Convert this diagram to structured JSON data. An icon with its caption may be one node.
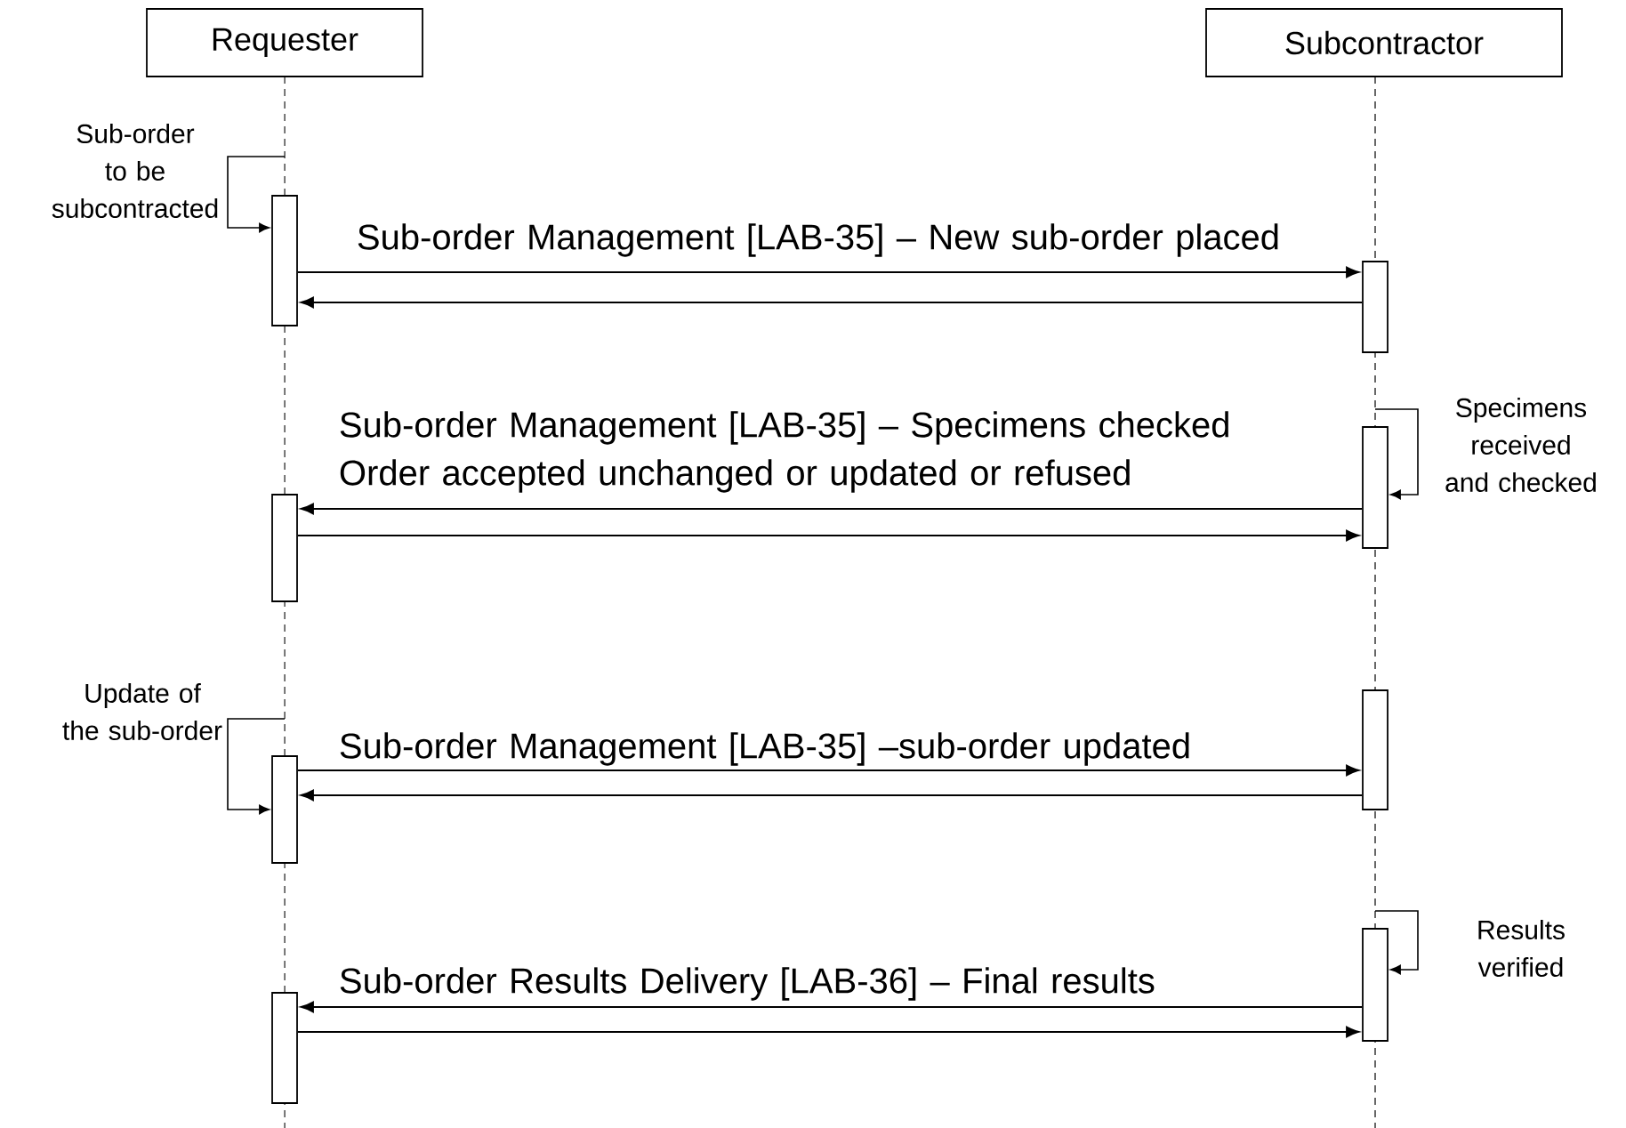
{
  "diagram": {
    "nodes": [
      {
        "text": [
          "Requester"
        ]
      },
      {
        "text": [
          "Subcontractor"
        ]
      },
      {
        "text": [],
        "shape": "bar"
      },
      {
        "text": [],
        "shape": "bar"
      },
      {
        "text": [],
        "shape": "bar"
      },
      {
        "text": [],
        "shape": "bar"
      },
      {
        "text": [],
        "shape": "bar"
      },
      {
        "text": [],
        "shape": "bar"
      },
      {
        "text": [],
        "shape": "bar"
      },
      {
        "text": [],
        "shape": "bar"
      }
    ],
    "edges": [
      {
        "from": 2,
        "to": 3,
        "arrow": "to",
        "label": "Sub-order Management [LAB-35] – New sub-order placed"
      },
      {
        "from": 3,
        "to": 2,
        "arrow": "to"
      },
      {
        "from": 4,
        "to": 5,
        "arrow": "to",
        "label": "Sub-order Management [LAB-35] – Specimens checked Order accepted unchanged or updated or refused"
      },
      {
        "from": 5,
        "to": 4,
        "arrow": "to"
      },
      {
        "from": 7,
        "to": 6,
        "arrow": "to",
        "label": "Sub-order Management [LAB-35] –sub-order updated"
      },
      {
        "from": 6,
        "to": 7,
        "arrow": "to"
      },
      {
        "from": 8,
        "to": 9,
        "arrow": "to",
        "label": "Sub-order Results Delivery [LAB-36] – Final results"
      },
      {
        "from": 9,
        "to": 8,
        "arrow": "to"
      },
      {
        "from": 2,
        "to": 2,
        "arrow": "to",
        "label": "Sub-order to be subcontracted"
      },
      {
        "from": 4,
        "to": 4,
        "arrow": "to",
        "label": "Specimens received and checked"
      },
      {
        "from": 7,
        "to": 7,
        "arrow": "to",
        "label": "Update of the sub-order"
      },
      {
        "from": 8,
        "to": 8,
        "arrow": "to",
        "label": "Results verified"
      }
    ]
  }
}
